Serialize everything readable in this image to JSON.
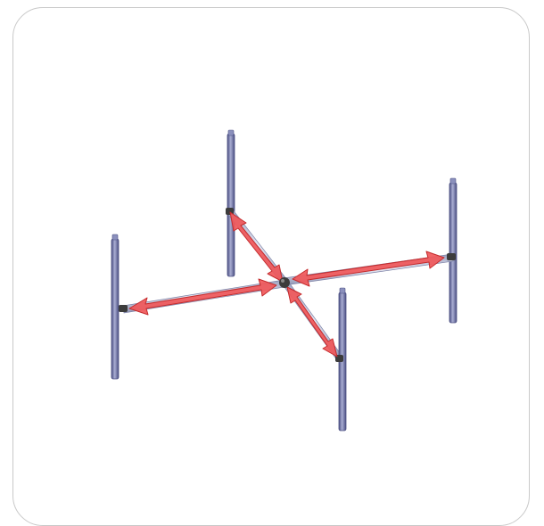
{
  "figure": {
    "colors": {
      "frame_border": "#c9c9c9",
      "post_fill": "#6f74a8",
      "post_highlight": "#a9add2",
      "post_shadow": "#4b4f82",
      "brace_fill": "#b9bfd6",
      "brace_highlight": "#e4e7f2",
      "arrow_fill": "#f0585a",
      "arrow_stroke": "#c42b2d",
      "joint": "#3c3c3c"
    },
    "icons": {
      "arrow": "double-headed-red-arrow",
      "post": "vertical-post",
      "brace": "diagonal-brace",
      "node": "center-joint"
    }
  }
}
